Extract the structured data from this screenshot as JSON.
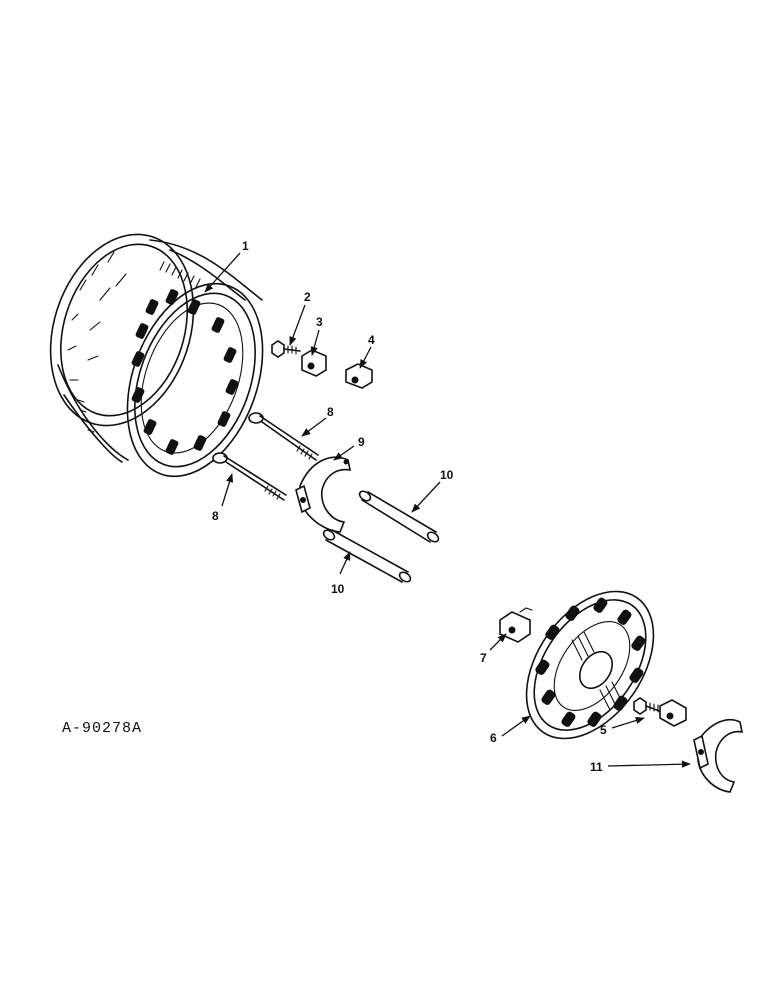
{
  "figure_id": "A-90278A",
  "callouts": {
    "c1": "1",
    "c2": "2",
    "c3": "3",
    "c4": "4",
    "c5": "5",
    "c6": "6",
    "c7": "7",
    "c8a": "8",
    "c8b": "8",
    "c9": "9",
    "c10a": "10",
    "c10b": "10",
    "c11": "11"
  }
}
